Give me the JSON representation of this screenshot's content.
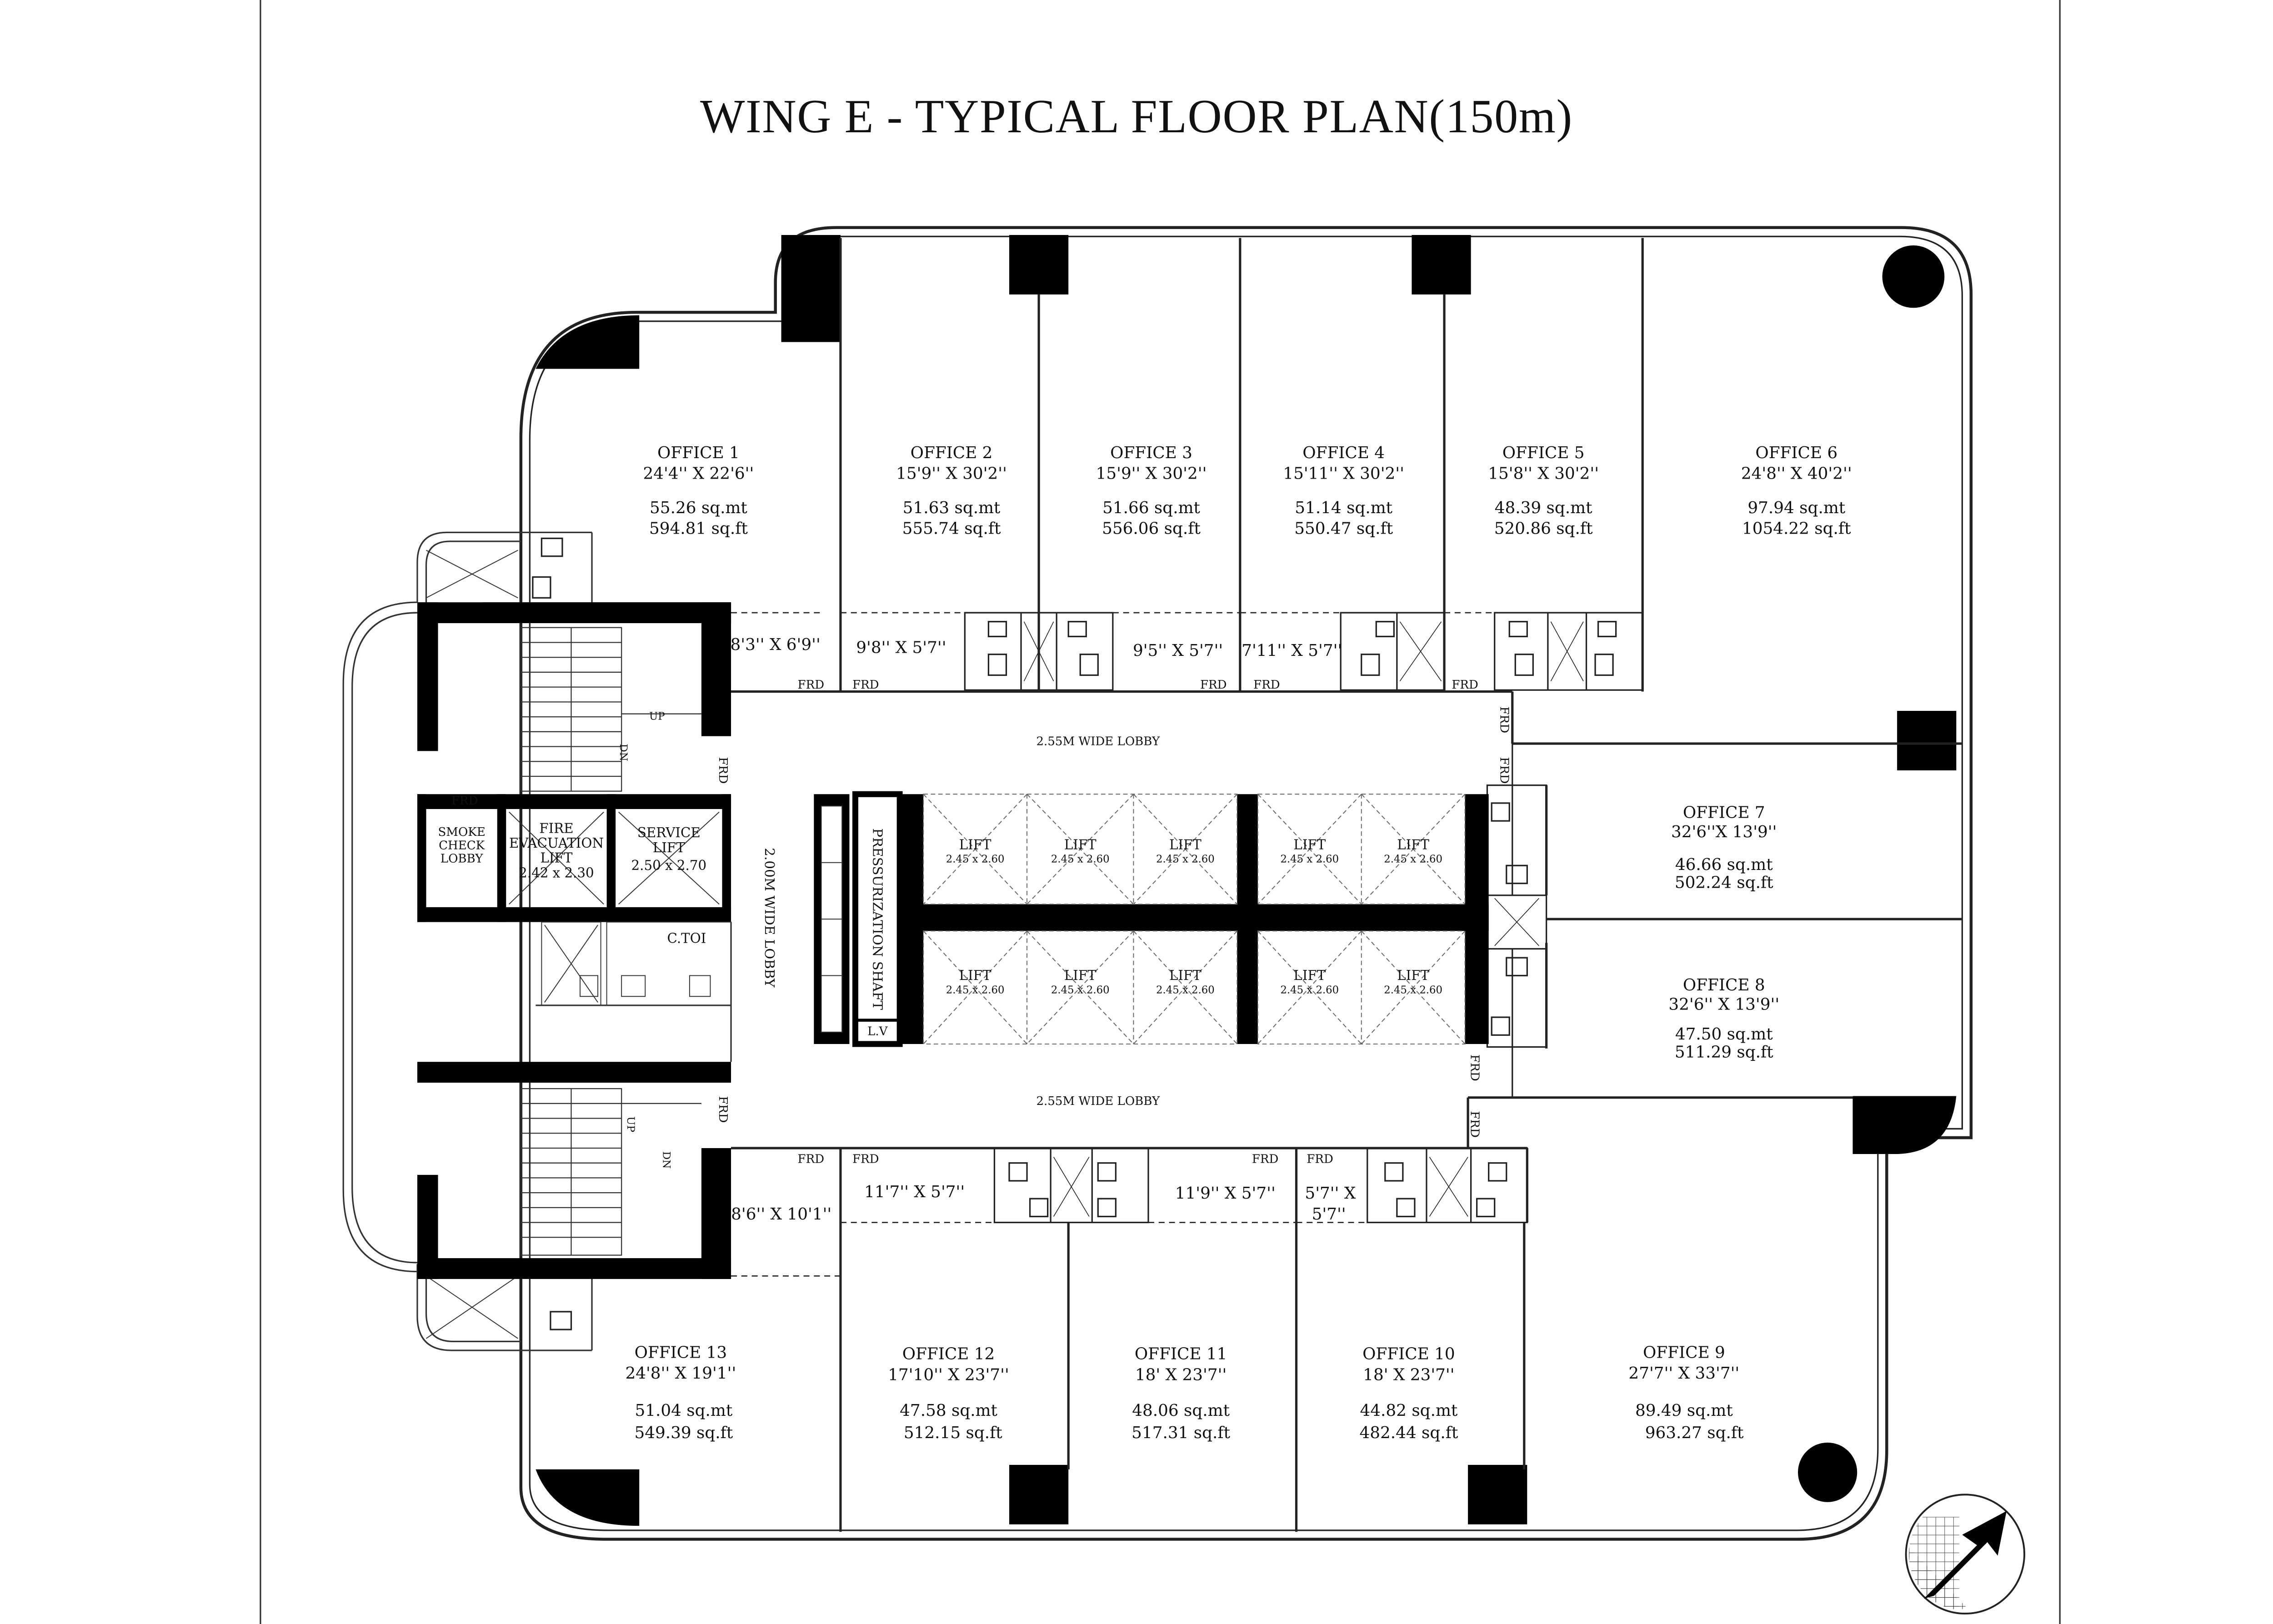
{
  "title": "WING E - TYPICAL FLOOR PLAN(150m)",
  "offices": [
    {
      "name": "OFFICE 1",
      "dims": "24'4'' X 22'6''",
      "sqmt": "55.26 sq.mt",
      "sqft": "594.81 sq.ft"
    },
    {
      "name": "OFFICE 2",
      "dims": "15'9'' X 30'2''",
      "sqmt": "51.63 sq.mt",
      "sqft": "555.74 sq.ft"
    },
    {
      "name": "OFFICE 3",
      "dims": "15'9'' X 30'2''",
      "sqmt": "51.66 sq.mt",
      "sqft": "556.06 sq.ft"
    },
    {
      "name": "OFFICE 4",
      "dims": "15'11'' X 30'2''",
      "sqmt": "51.14 sq.mt",
      "sqft": "550.47 sq.ft"
    },
    {
      "name": "OFFICE 5",
      "dims": "15'8'' X 30'2''",
      "sqmt": "48.39 sq.mt",
      "sqft": "520.86 sq.ft"
    },
    {
      "name": "OFFICE 6",
      "dims": "24'8'' X 40'2''",
      "sqmt": "97.94 sq.mt",
      "sqft": "1054.22 sq.ft"
    },
    {
      "name": "OFFICE 7",
      "dims": "32'6''X 13'9''",
      "sqmt": "46.66 sq.mt",
      "sqft": "502.24 sq.ft"
    },
    {
      "name": "OFFICE 8",
      "dims": "32'6'' X 13'9''",
      "sqmt": "47.50 sq.mt",
      "sqft": "511.29 sq.ft"
    },
    {
      "name": "OFFICE 9",
      "dims": "27'7'' X 33'7''",
      "sqmt": "89.49 sq.mt",
      "sqft": "963.27 sq.ft"
    },
    {
      "name": "OFFICE 10",
      "dims": "18' X 23'7''",
      "sqmt": "44.82 sq.mt",
      "sqft": "482.44 sq.ft"
    },
    {
      "name": "OFFICE 11",
      "dims": "18' X 23'7''",
      "sqmt": "48.06 sq.mt",
      "sqft": "517.31 sq.ft"
    },
    {
      "name": "OFFICE 12",
      "dims": "17'10'' X 23'7''",
      "sqmt": "47.58 sq.mt",
      "sqft": "512.15 sq.ft"
    },
    {
      "name": "OFFICE 13",
      "dims": "24'8'' X 19'1''",
      "sqmt": "51.04 sq.mt",
      "sqft": "549.39 sq.ft"
    }
  ],
  "alcoves": [
    "8'3'' X 6'9''",
    "9'8'' X 5'7''",
    "9'5'' X 5'7''",
    "7'11'' X 5'7''",
    "8'6'' X 10'1''",
    "11'7'' X 5'7''",
    "11'9'' X 5'7''",
    "5'7'' X",
    "5'7''"
  ],
  "lobbies": {
    "top": "2.55M WIDE LOBBY",
    "bottom": "2.55M WIDE LOBBY",
    "vertical": "2.00M WIDE LOBBY"
  },
  "lift_label": "LIFT",
  "lift_size": "2.45 x 2.60",
  "core": {
    "smoke": [
      "SMOKE",
      "CHECK",
      "LOBBY"
    ],
    "fire": [
      "FIRE",
      "EVACUATION",
      "LIFT"
    ],
    "fire_size": "2.42 x 2.30",
    "service": [
      "SERVICE",
      "LIFT"
    ],
    "service_size": "2.50 x 2.70",
    "toilet": "C.TOI",
    "pressurization": "PRESSURIZATION SHAFT",
    "lv": "L.V",
    "up": "UP",
    "dn": "DN",
    "frd": "FRD"
  }
}
